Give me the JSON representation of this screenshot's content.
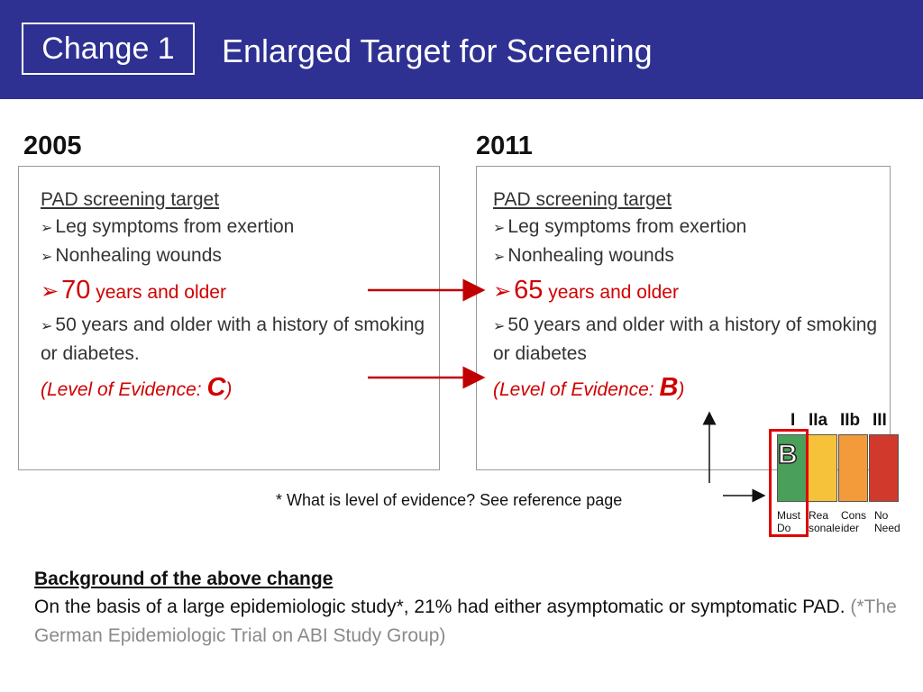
{
  "header": {
    "badge": "Change 1",
    "title": "Enlarged Target for Screening"
  },
  "left": {
    "year": "2005",
    "target": "PAD screening target",
    "item1": "Leg symptoms from exertion",
    "item2": "Nonhealing wounds",
    "age_num": "70",
    "age_text": " years and older",
    "item4": "50 years and older with a history of smoking or diabetes.",
    "evidence_pre": "(Level of Evidence: ",
    "evidence_level": "C",
    "evidence_post": ")"
  },
  "right": {
    "year": "2011",
    "target": "PAD screening target",
    "item1": "Leg symptoms from exertion",
    "item2": "Nonhealing wounds",
    "age_num": "65",
    "age_text": " years and older",
    "item4": "50 years and older with a history of smoking or diabetes",
    "evidence_pre": "(Level of Evidence: ",
    "evidence_level": "B",
    "evidence_post": ")"
  },
  "note": "* What is level of evidence? See reference page",
  "legend": {
    "classes": [
      "I",
      "IIa",
      "IIb",
      "III"
    ],
    "level": "B",
    "captions": [
      "Must Do",
      "Rea sonale",
      "Cons ider",
      "No Need"
    ],
    "colors": [
      "#4aa05a",
      "#f6c23a",
      "#f39a3a",
      "#d0392b"
    ]
  },
  "background": {
    "heading": "Background of the above change",
    "text": "On the basis of a large epidemiologic study*, 21% had either asymptomatic or symptomatic PAD.",
    "citation": "(*The German Epidemiologic Trial on ABI Study Group)"
  },
  "colors": {
    "header_bg": "#2e3192",
    "accent_red": "#d00000"
  }
}
